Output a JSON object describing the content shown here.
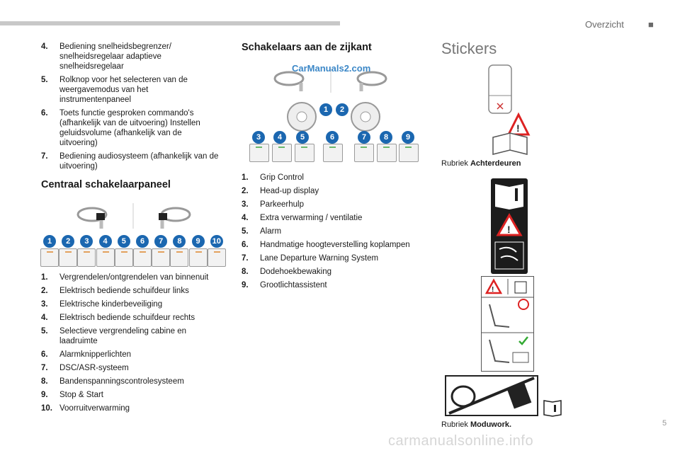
{
  "header": {
    "section": "Overzicht",
    "dot": "■"
  },
  "left_list": [
    {
      "num": "4.",
      "text": "Bediening snelheidsbegrenzer/ snelheidsregelaar adaptieve snelheidsregelaar"
    },
    {
      "num": "5.",
      "text": "Rolknop voor het selecteren van de weergavemodus van het instrumentenpaneel"
    },
    {
      "num": "6.",
      "text": "Toets functie gesproken commando's (afhankelijk van de uitvoering) Instellen geluidsvolume (afhankelijk van de uitvoering)"
    },
    {
      "num": "7.",
      "text": "Bediening audiosysteem (afhankelijk van de uitvoering)"
    }
  ],
  "central": {
    "heading": "Centraal schakelaarpaneel",
    "badges": [
      "1",
      "2",
      "3",
      "4",
      "5",
      "6",
      "7",
      "8",
      "9",
      "10"
    ],
    "items": [
      {
        "num": "1.",
        "text": "Vergrendelen/ontgrendelen van binnenuit"
      },
      {
        "num": "2.",
        "text": "Elektrisch bediende schuifdeur links"
      },
      {
        "num": "3.",
        "text": "Elektrische kinderbeveiliging"
      },
      {
        "num": "4.",
        "text": "Elektrisch bediende schuifdeur rechts"
      },
      {
        "num": "5.",
        "text": "Selectieve vergrendeling cabine en laadruimte"
      },
      {
        "num": "6.",
        "text": "Alarmknipperlichten"
      },
      {
        "num": "7.",
        "text": "DSC/ASR-systeem"
      },
      {
        "num": "8.",
        "text": "Bandenspanningscontrolesysteem"
      },
      {
        "num": "9.",
        "text": "Stop & Start"
      },
      {
        "num": "10.",
        "text": "Voorruitverwarming"
      }
    ]
  },
  "side": {
    "heading": "Schakelaars aan de zijkant",
    "watermark": "CarManuals2.com",
    "badges": [
      "1",
      "2",
      "3",
      "4",
      "5",
      "6",
      "7",
      "8",
      "9"
    ],
    "items": [
      {
        "num": "1.",
        "text": "Grip Control"
      },
      {
        "num": "2.",
        "text": "Head-up display"
      },
      {
        "num": "3.",
        "text": "Parkeerhulp"
      },
      {
        "num": "4.",
        "text": "Extra verwarming / ventilatie"
      },
      {
        "num": "5.",
        "text": "Alarm"
      },
      {
        "num": "6.",
        "text": "Handmatige hoogteverstelling koplampen"
      },
      {
        "num": "7.",
        "text": "Lane Departure Warning System"
      },
      {
        "num": "8.",
        "text": "Dodehoekbewaking"
      },
      {
        "num": "9.",
        "text": "Grootlichtassistent"
      }
    ]
  },
  "stickers": {
    "title": "Stickers",
    "caption1_prefix": "Rubriek ",
    "caption1_bold": "Achterdeuren",
    "caption2_prefix": "Rubriek ",
    "caption2_bold": "Moduwork."
  },
  "footer": {
    "watermark": "carmanualsonline.info",
    "page": "5"
  }
}
